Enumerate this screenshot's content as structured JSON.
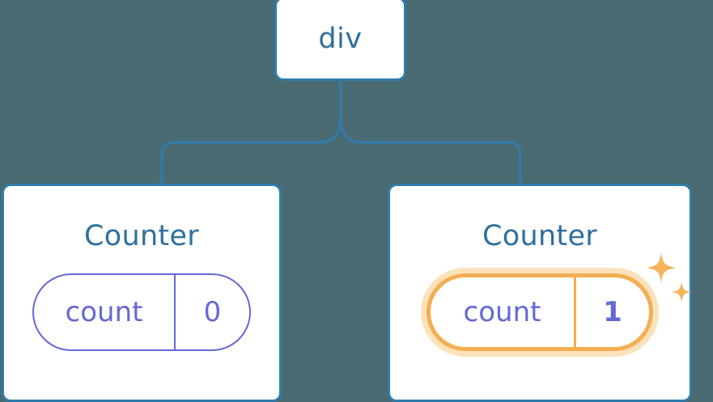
{
  "diagram": {
    "title": "react-component-tree-state-update",
    "background_color": "#4a6a72",
    "connector_color": "#2f7cad",
    "node_border_color": "#2f7cad",
    "node_label_color": "#2e6f9e",
    "state_color": "#6269d6",
    "highlight_color": "#f4ae52",
    "highlight_glow_color": "#fbe2ba"
  },
  "root": {
    "label": "div"
  },
  "children": [
    {
      "title": "Counter",
      "state": {
        "key": "count",
        "value": "0",
        "highlighted": false
      }
    },
    {
      "title": "Counter",
      "state": {
        "key": "count",
        "value": "1",
        "highlighted": true
      },
      "sparkle_icons": [
        "sparkle-large",
        "sparkle-small"
      ]
    }
  ]
}
